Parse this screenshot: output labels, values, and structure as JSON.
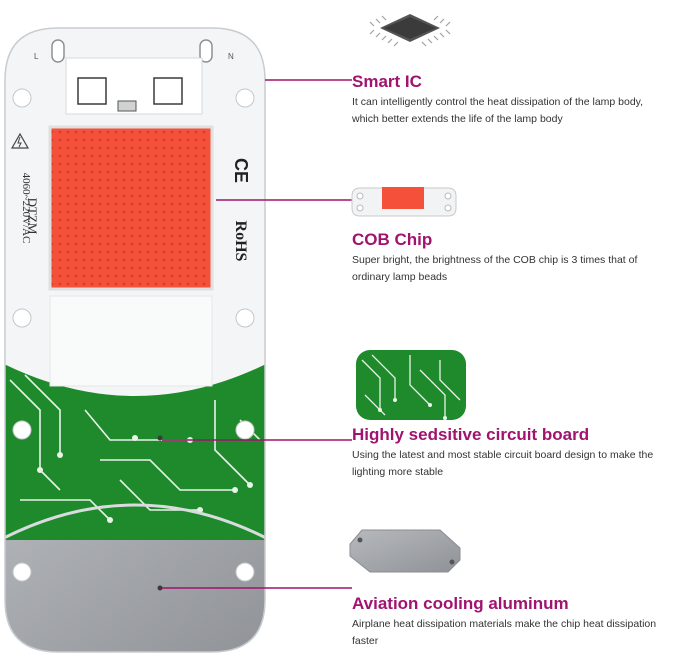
{
  "colors": {
    "accent": "#a0136e",
    "chip_red": "#f5503a",
    "pcb_green": "#1f8a2c",
    "aluminum": "#a4a7ab"
  },
  "module": {
    "pin_left": "L",
    "pin_right": "N",
    "brand": "DTZM",
    "voltage": "4060~220V/AC",
    "ce_mark": "CE",
    "rohs_mark": "RoHS"
  },
  "features": [
    {
      "title": "Smart IC",
      "desc": "It can intelligently control the heat dissipation of the lamp body, which better extends the life of the lamp body",
      "icon": "ic-chip-icon"
    },
    {
      "title": "COB Chip",
      "desc": "Super bright, the brightness of the COB chip is 3 times that of ordinary lamp beads",
      "icon": "cob-chip-icon"
    },
    {
      "title": "Highly sedsitive circuit board",
      "desc": "Using the latest and most stable circuit board design to make the lighting more stable",
      "icon": "circuit-board-icon"
    },
    {
      "title": "Aviation cooling aluminum",
      "desc": "Airplane heat dissipation materials make the chip heat dissipation faster",
      "icon": "aluminum-plate-icon"
    }
  ]
}
